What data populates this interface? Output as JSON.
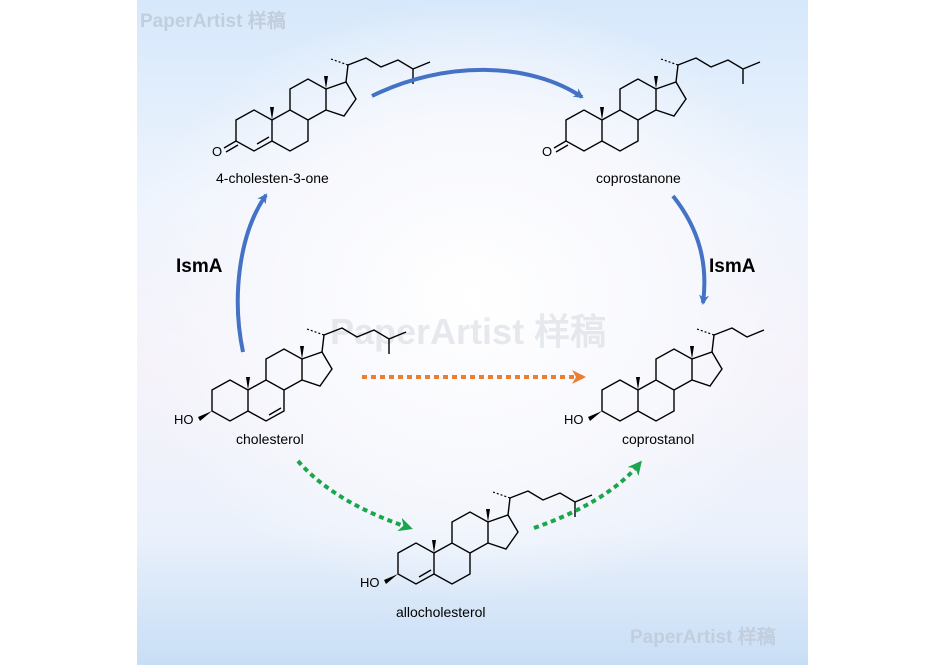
{
  "watermark": {
    "top": "PaperArtist 样稿",
    "center": "PaperArtist 样稿",
    "bottom": "PaperArtist 样稿"
  },
  "enzymes": {
    "left": "IsmA",
    "right": "IsmA"
  },
  "compounds": {
    "cholestenone": {
      "name": "4-cholesten-3-one",
      "ketone": "O"
    },
    "coprostanone": {
      "name": "coprostanone",
      "ketone": "O"
    },
    "cholesterol": {
      "name": "cholesterol",
      "hydroxyl": "HO"
    },
    "coprostanol": {
      "name": "coprostanol",
      "hydroxyl": "HO"
    },
    "allocholesterol": {
      "name": "allocholesterol",
      "hydroxyl": "HO"
    }
  },
  "colors": {
    "enzymatic_arrow": "#4472c4",
    "direct_arrow": "#ed7d31",
    "alternate_arrow": "#1aa64a",
    "watermark": "#c3cedd"
  },
  "icons": [
    "steroid-skeleton",
    "curved-arrow",
    "dotted-arrow"
  ]
}
